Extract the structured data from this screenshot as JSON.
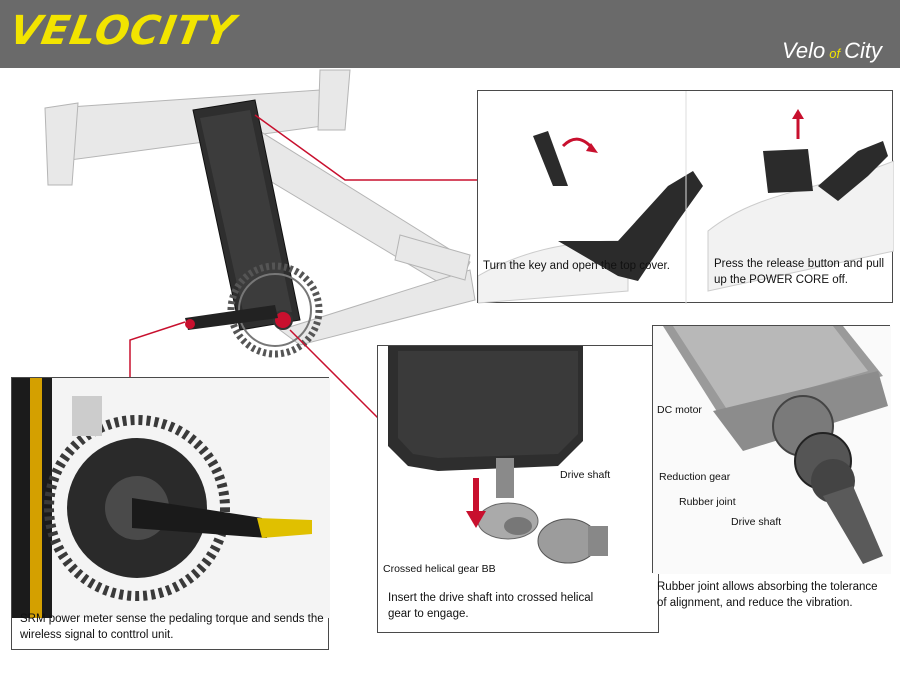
{
  "header": {
    "brand": "VELOCITY",
    "tagline_left": "Velo",
    "tagline_mid": "of",
    "tagline_right": "City"
  },
  "panels": {
    "top_right": {
      "caption_left": "Turn the key and open the top cover.",
      "caption_right": "Press the release button and pull up the POWER CORE off."
    },
    "bottom_left": {
      "caption": "SRM power meter sense the pedaling torque and sends the wireless signal to conttrol unit."
    },
    "bottom_middle": {
      "label_drive_shaft": "Drive shaft",
      "label_gear_bb": "Crossed helical gear BB",
      "caption": "Insert the drive shaft into crossed helical gear to engage."
    },
    "bottom_right": {
      "label_motor": "DC motor",
      "label_reduction": "Reduction gear",
      "label_rubber": "Rubber joint",
      "label_drive_shaft": "Drive shaft",
      "caption": "Rubber joint allows absorbing the tolerance of alignment, and reduce the vibration."
    }
  },
  "colors": {
    "header_bg": "#6a6a6a",
    "brand_yellow": "#f2e400",
    "callout_red": "#c8102e",
    "frame_dark": "#2b2b2b"
  }
}
